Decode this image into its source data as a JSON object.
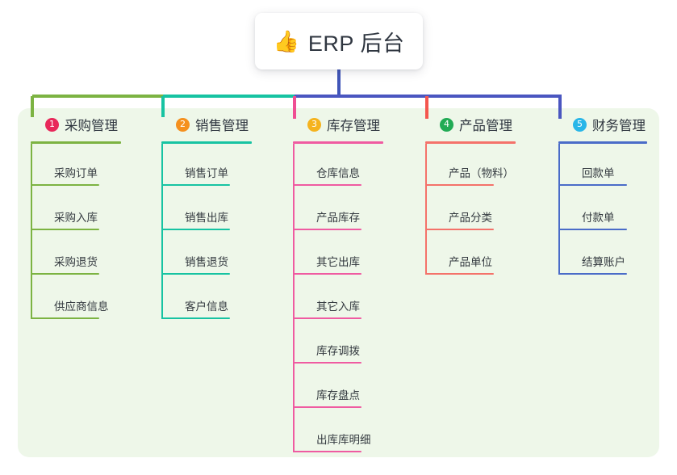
{
  "root": {
    "icon": "thumbs-up-icon",
    "icon_glyph": "👍",
    "title": "ERP 后台"
  },
  "palette": {
    "panel_bg": "#eef7e9",
    "page_bg": "#ffffff",
    "root_stem": "#4055b8",
    "bus_left": "#7cb342",
    "bus_mid": "#17c3a2",
    "bus_right": "#4a56c0",
    "text": "#2f3640"
  },
  "columns": [
    {
      "index": "1",
      "title": "采购管理",
      "badge_color": "#e8285a",
      "line_color": "#7cb342",
      "drop_color": "#7cb342",
      "items": [
        "采购订单",
        "采购入库",
        "采购退货",
        "供应商信息"
      ]
    },
    {
      "index": "2",
      "title": "销售管理",
      "badge_color": "#f5901e",
      "line_color": "#17c3a2",
      "drop_color": "#17c3a2",
      "items": [
        "销售订单",
        "销售出库",
        "销售退货",
        "客户信息"
      ]
    },
    {
      "index": "3",
      "title": "库存管理",
      "badge_color": "#f5b31e",
      "line_color": "#ef5ba1",
      "drop_color": "#ef4e93",
      "items": [
        "仓库信息",
        "产品库存",
        "其它出库",
        "其它入库",
        "库存调拨",
        "库存盘点",
        "出库库明细"
      ]
    },
    {
      "index": "4",
      "title": "产品管理",
      "badge_color": "#22ab55",
      "line_color": "#f4726a",
      "drop_color": "#f4564e",
      "items": [
        "产品（物料）",
        "产品分类",
        "产品单位"
      ]
    },
    {
      "index": "5",
      "title": "财务管理",
      "badge_color": "#29b6e8",
      "line_color": "#4a6cc8",
      "drop_color": "#4a56c0",
      "items": [
        "回款单",
        "付款单",
        "结算账户"
      ]
    }
  ]
}
